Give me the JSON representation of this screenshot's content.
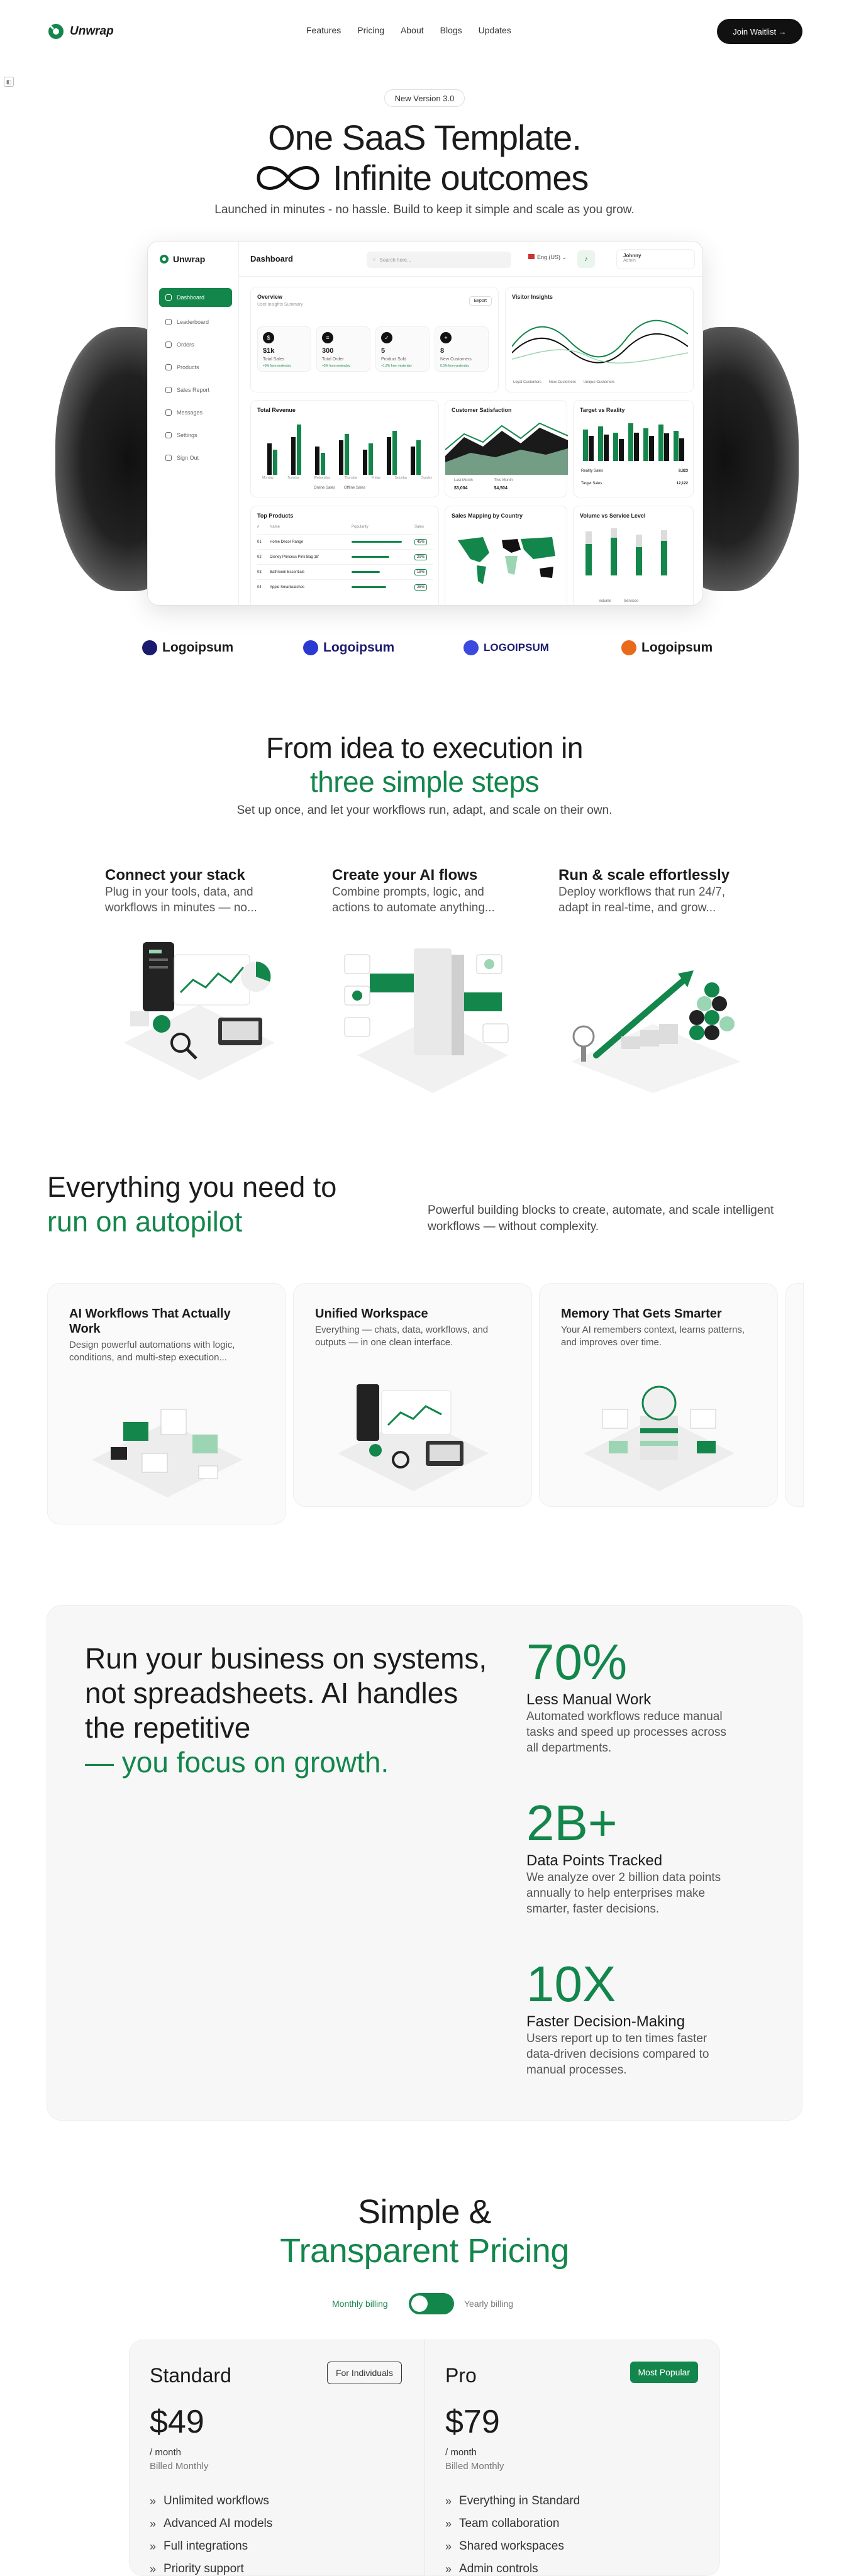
{
  "nav": {
    "brand": "Unwrap",
    "links": [
      "Features",
      "Pricing",
      "About",
      "Blogs",
      "Updates"
    ],
    "cta": "Join Waitlist →"
  },
  "hero": {
    "badge": "New Version 3.0",
    "title_line1": "One SaaS Template.",
    "title_line2": "Infinite outcomes",
    "subtitle": "Launched in minutes - no hassle. Build to keep it simple and scale as you grow."
  },
  "dashboard": {
    "brand": "Unwrap",
    "title": "Dashboard",
    "search_placeholder": "Search here...",
    "language": "Eng (US)",
    "user_name": "Johnny",
    "user_role": "Admin",
    "menu": [
      "Dashboard",
      "Leaderboard",
      "Orders",
      "Products",
      "Sales Report",
      "Messages",
      "Settings",
      "Sign Out"
    ],
    "overview": {
      "title": "Overview",
      "subtitle": "User Insights Summary",
      "export": "Export",
      "stats": [
        {
          "icon": "$",
          "value": "$1k",
          "label": "Total Sales",
          "note": "+8% from yesterday"
        },
        {
          "icon": "≡",
          "value": "300",
          "label": "Total Order",
          "note": "+5% from yesterday"
        },
        {
          "icon": "✓",
          "value": "5",
          "label": "Product Sold",
          "note": "+1.2% from yesterday"
        },
        {
          "icon": "+",
          "value": "8",
          "label": "New Customers",
          "note": "0.5% from yesterday"
        }
      ]
    },
    "visitor_insights": "Visitor Insights",
    "visitor_legend": [
      "Loyal Customers",
      "New Customers",
      "Unique Customers"
    ],
    "total_revenue": "Total Revenue",
    "revenue_days": [
      "Monday",
      "Tuesday",
      "Wednesday",
      "Thursday",
      "Friday",
      "Saturday",
      "Sunday"
    ],
    "revenue_legend": [
      "Online Sales",
      "Offline Sales"
    ],
    "customer_satisfaction": "Customer Satisfaction",
    "satisfaction_legend": [
      "Last Month",
      "This Month"
    ],
    "satisfaction_values": [
      "$3,004",
      "$4,504"
    ],
    "target_vs_reality": "Target vs Reality",
    "target_rows": [
      {
        "label": "Reality Sales",
        "value": "8,823"
      },
      {
        "label": "Target Sales",
        "value": "12,122"
      }
    ],
    "top_products": "Top Products",
    "products_header": [
      "#",
      "Name",
      "Popularity",
      "Sales"
    ],
    "products": [
      {
        "n": "01",
        "name": "Home Decor Range",
        "sales": "45%"
      },
      {
        "n": "02",
        "name": "Disney Princess Pink Bag 18'",
        "sales": "29%"
      },
      {
        "n": "03",
        "name": "Bathroom Essentials",
        "sales": "18%"
      },
      {
        "n": "04",
        "name": "Apple Smartwatches",
        "sales": "25%"
      }
    ],
    "sales_mapping": "Sales Mapping by Country",
    "volume_service": "Volume vs Service Level",
    "volume_legend": [
      "Volume",
      "Services"
    ]
  },
  "logos": [
    "Logoipsum",
    "Logoipsum",
    "LOGOIPSUM",
    "Logoipsum"
  ],
  "steps": {
    "title_line1": "From idea to execution in",
    "title_line2": "three simple steps",
    "subtitle": "Set up once, and let your workflows run, adapt, and scale on their own.",
    "items": [
      {
        "title": "Connect your stack",
        "desc": "Plug in your tools, data, and workflows in minutes — no..."
      },
      {
        "title": "Create your AI flows",
        "desc": "Combine prompts, logic, and actions to automate anything..."
      },
      {
        "title": "Run & scale effortlessly",
        "desc": "Deploy workflows that run 24/7, adapt in real-time, and grow..."
      }
    ]
  },
  "autopilot": {
    "title_line1": "Everything you need to",
    "title_line2": "run on autopilot",
    "subtitle": "Powerful building blocks to create, automate, and scale intelligent workflows — without complexity.",
    "cards": [
      {
        "title": "AI Workflows That Actually Work",
        "desc": "Design powerful automations with logic, conditions, and multi-step execution..."
      },
      {
        "title": "Unified Workspace",
        "desc": "Everything — chats, data, workflows, and outputs — in one clean interface."
      },
      {
        "title": "Memory That Gets Smarter",
        "desc": "Your AI remembers context, learns patterns, and improves over time."
      }
    ]
  },
  "systems": {
    "line1": "Run your business on systems,",
    "line2": "not spreadsheets. AI handles",
    "line3": "the repetitive",
    "line4": "— you focus on growth.",
    "stats": [
      {
        "number": "70%",
        "label": "Less Manual Work",
        "desc": "Automated workflows reduce manual tasks and speed up processes across all departments."
      },
      {
        "number": "2B+",
        "label": "Data Points Tracked",
        "desc": "We analyze over 2 billion data points annually to help enterprises make smarter, faster decisions."
      },
      {
        "number": "10X",
        "label": "Faster Decision-Making",
        "desc": "Users report up to ten times faster data-driven decisions compared to manual processes."
      }
    ]
  },
  "pricing": {
    "title_line1": "Simple &",
    "title_line2": "Transparent Pricing",
    "monthly": "Monthly billing",
    "yearly": "Yearly billing",
    "plans": [
      {
        "name": "Standard",
        "tag": "For Individuals",
        "price": "$49",
        "per": "/ month",
        "billing": "Billed Monthly",
        "features": [
          "Unlimited workflows",
          "Advanced AI models",
          "Full integrations",
          "Priority support"
        ]
      },
      {
        "name": "Pro",
        "tag": "Most Popular",
        "price": "$79",
        "per": "/ month",
        "billing": "Billed Monthly",
        "features": [
          "Everything in Standard",
          "Team collaboration",
          "Shared workspaces",
          "Admin controls"
        ]
      }
    ]
  },
  "colors": {
    "accent": "#13864b",
    "dark": "#111111"
  }
}
